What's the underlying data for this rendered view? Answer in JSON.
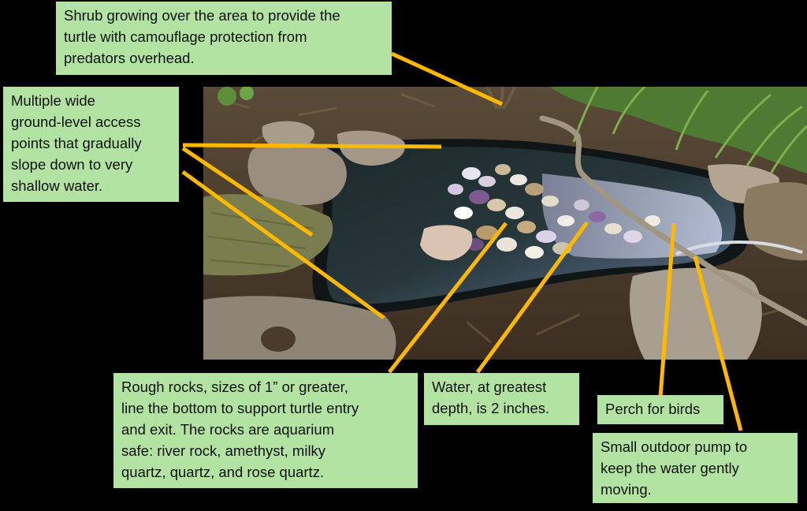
{
  "figure": {
    "subject": "Turtle-friendly backyard pond with rocks, branch perch and pump",
    "accent_color": "#FFB800",
    "callout_bg": "#B3E3A3",
    "background": "#000000"
  },
  "callouts": [
    {
      "id": "shrub",
      "text": "Shrub growing over the area to provide the\nturtle with camouflage protection from\npredators overhead."
    },
    {
      "id": "access",
      "text": "Multiple wide\nground-level access\npoints that gradually\nslope down to very\nshallow water."
    },
    {
      "id": "rocks",
      "text": "Rough rocks, sizes of 1” or greater,\nline the bottom to support turtle entry\nand exit. The rocks are aquarium\nsafe: river rock, amethyst, milky\nquartz, quartz, and rose quartz."
    },
    {
      "id": "depth",
      "text": "Water, at greatest\ndepth, is 2 inches."
    },
    {
      "id": "perch",
      "text": "Perch for birds"
    },
    {
      "id": "pump",
      "text": "Small outdoor pump to\nkeep the water gently\nmoving."
    }
  ]
}
